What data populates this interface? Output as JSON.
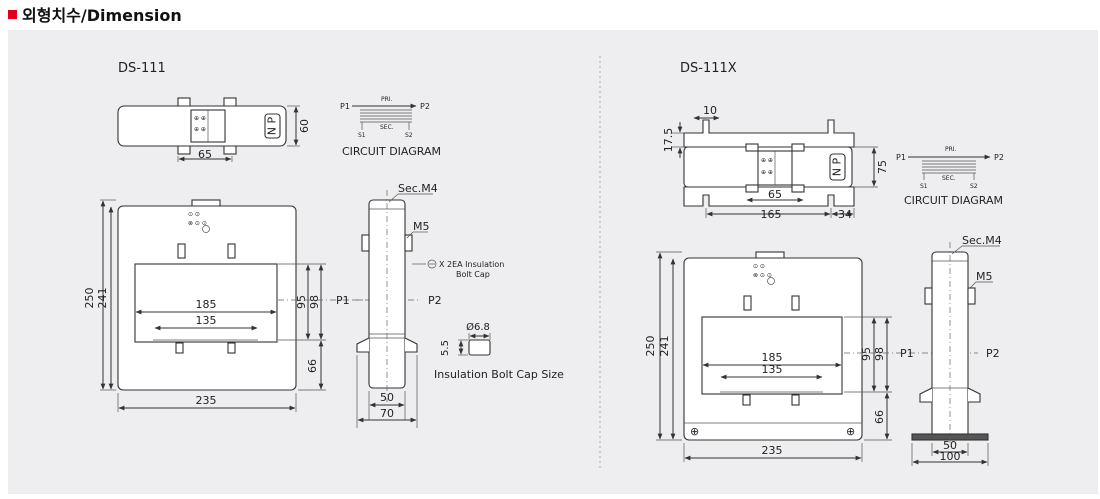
{
  "header": {
    "title": "외형치수/Dimension",
    "accent_color": "#e3001b"
  },
  "left": {
    "model": "DS-111",
    "top_view": {
      "nameplate": "N P",
      "dim_width": "65",
      "dim_height": "60"
    },
    "circuit": {
      "p1": "P1",
      "p2": "P2",
      "pri": "PRI.",
      "sec": "SEC.",
      "s1": "S1",
      "s2": "S2",
      "caption": "CIRCUIT DIAGRAM"
    },
    "front": {
      "dim_250": "250",
      "dim_241": "241",
      "dim_185": "185",
      "dim_135": "135",
      "dim_95": "95",
      "dim_98": "98",
      "dim_66": "66",
      "dim_235": "235",
      "p1": "P1",
      "p2": "P2"
    },
    "side": {
      "sec_m4": "Sec.M4",
      "m5": "M5",
      "dim_50": "50",
      "dim_70": "70"
    },
    "bolt_cap": {
      "note_line1": "X 2EA Insulation",
      "note_line2": "Bolt Cap",
      "diameter": "Ø6.8",
      "height": "5.5",
      "caption": "Insulation Bolt Cap Size"
    }
  },
  "right": {
    "model": "DS-111X",
    "top_view": {
      "nameplate": "N P",
      "dim_10": "10",
      "dim_175": "17.5",
      "dim_75": "75",
      "dim_65": "65",
      "dim_165": "165",
      "dim_34": "34"
    },
    "circuit": {
      "p1": "P1",
      "p2": "P2",
      "pri": "PRI.",
      "sec": "SEC.",
      "s1": "S1",
      "s2": "S2",
      "caption": "CIRCUIT DIAGRAM"
    },
    "front": {
      "dim_250": "250",
      "dim_241": "241",
      "dim_185": "185",
      "dim_135": "135",
      "dim_95": "95",
      "dim_98": "98",
      "dim_66": "66",
      "dim_235": "235",
      "p1": "P1",
      "p2": "P2"
    },
    "side": {
      "sec_m4": "Sec.M4",
      "m5": "M5",
      "dim_50": "50",
      "dim_100": "100"
    }
  }
}
